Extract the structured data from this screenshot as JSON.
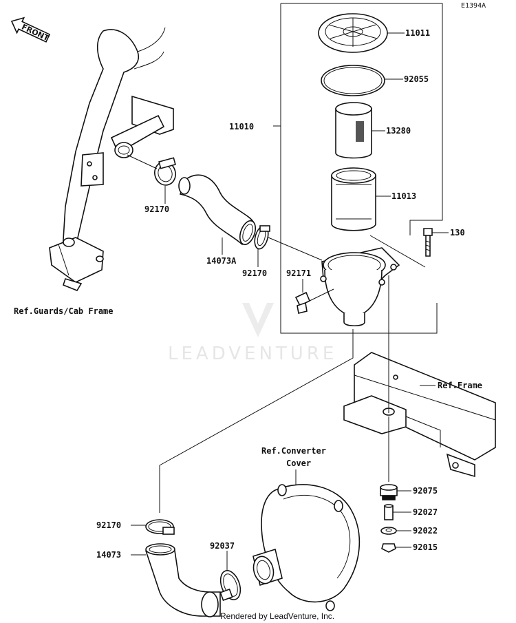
{
  "diagram_code": "E1394A",
  "front_label": "FRONT",
  "watermark": "LEADVENTURE",
  "footer": "Rendered by LeadVenture, Inc.",
  "references": {
    "guards_cab_frame": "Ref.Guards/Cab Frame",
    "frame": "Ref.Frame",
    "converter_cover_line1": "Ref.Converter",
    "converter_cover_line2": "Cover"
  },
  "parts": {
    "p11011": "11011",
    "p92055": "92055",
    "p11010": "11010",
    "p13280": "13280",
    "p11013": "11013",
    "p130": "130",
    "p92170_a": "92170",
    "p14073A": "14073A",
    "p92170_b": "92170",
    "p92171": "92171",
    "p92075": "92075",
    "p92027": "92027",
    "p92022": "92022",
    "p92015": "92015",
    "p92170_c": "92170",
    "p14073": "14073",
    "p92037": "92037"
  }
}
